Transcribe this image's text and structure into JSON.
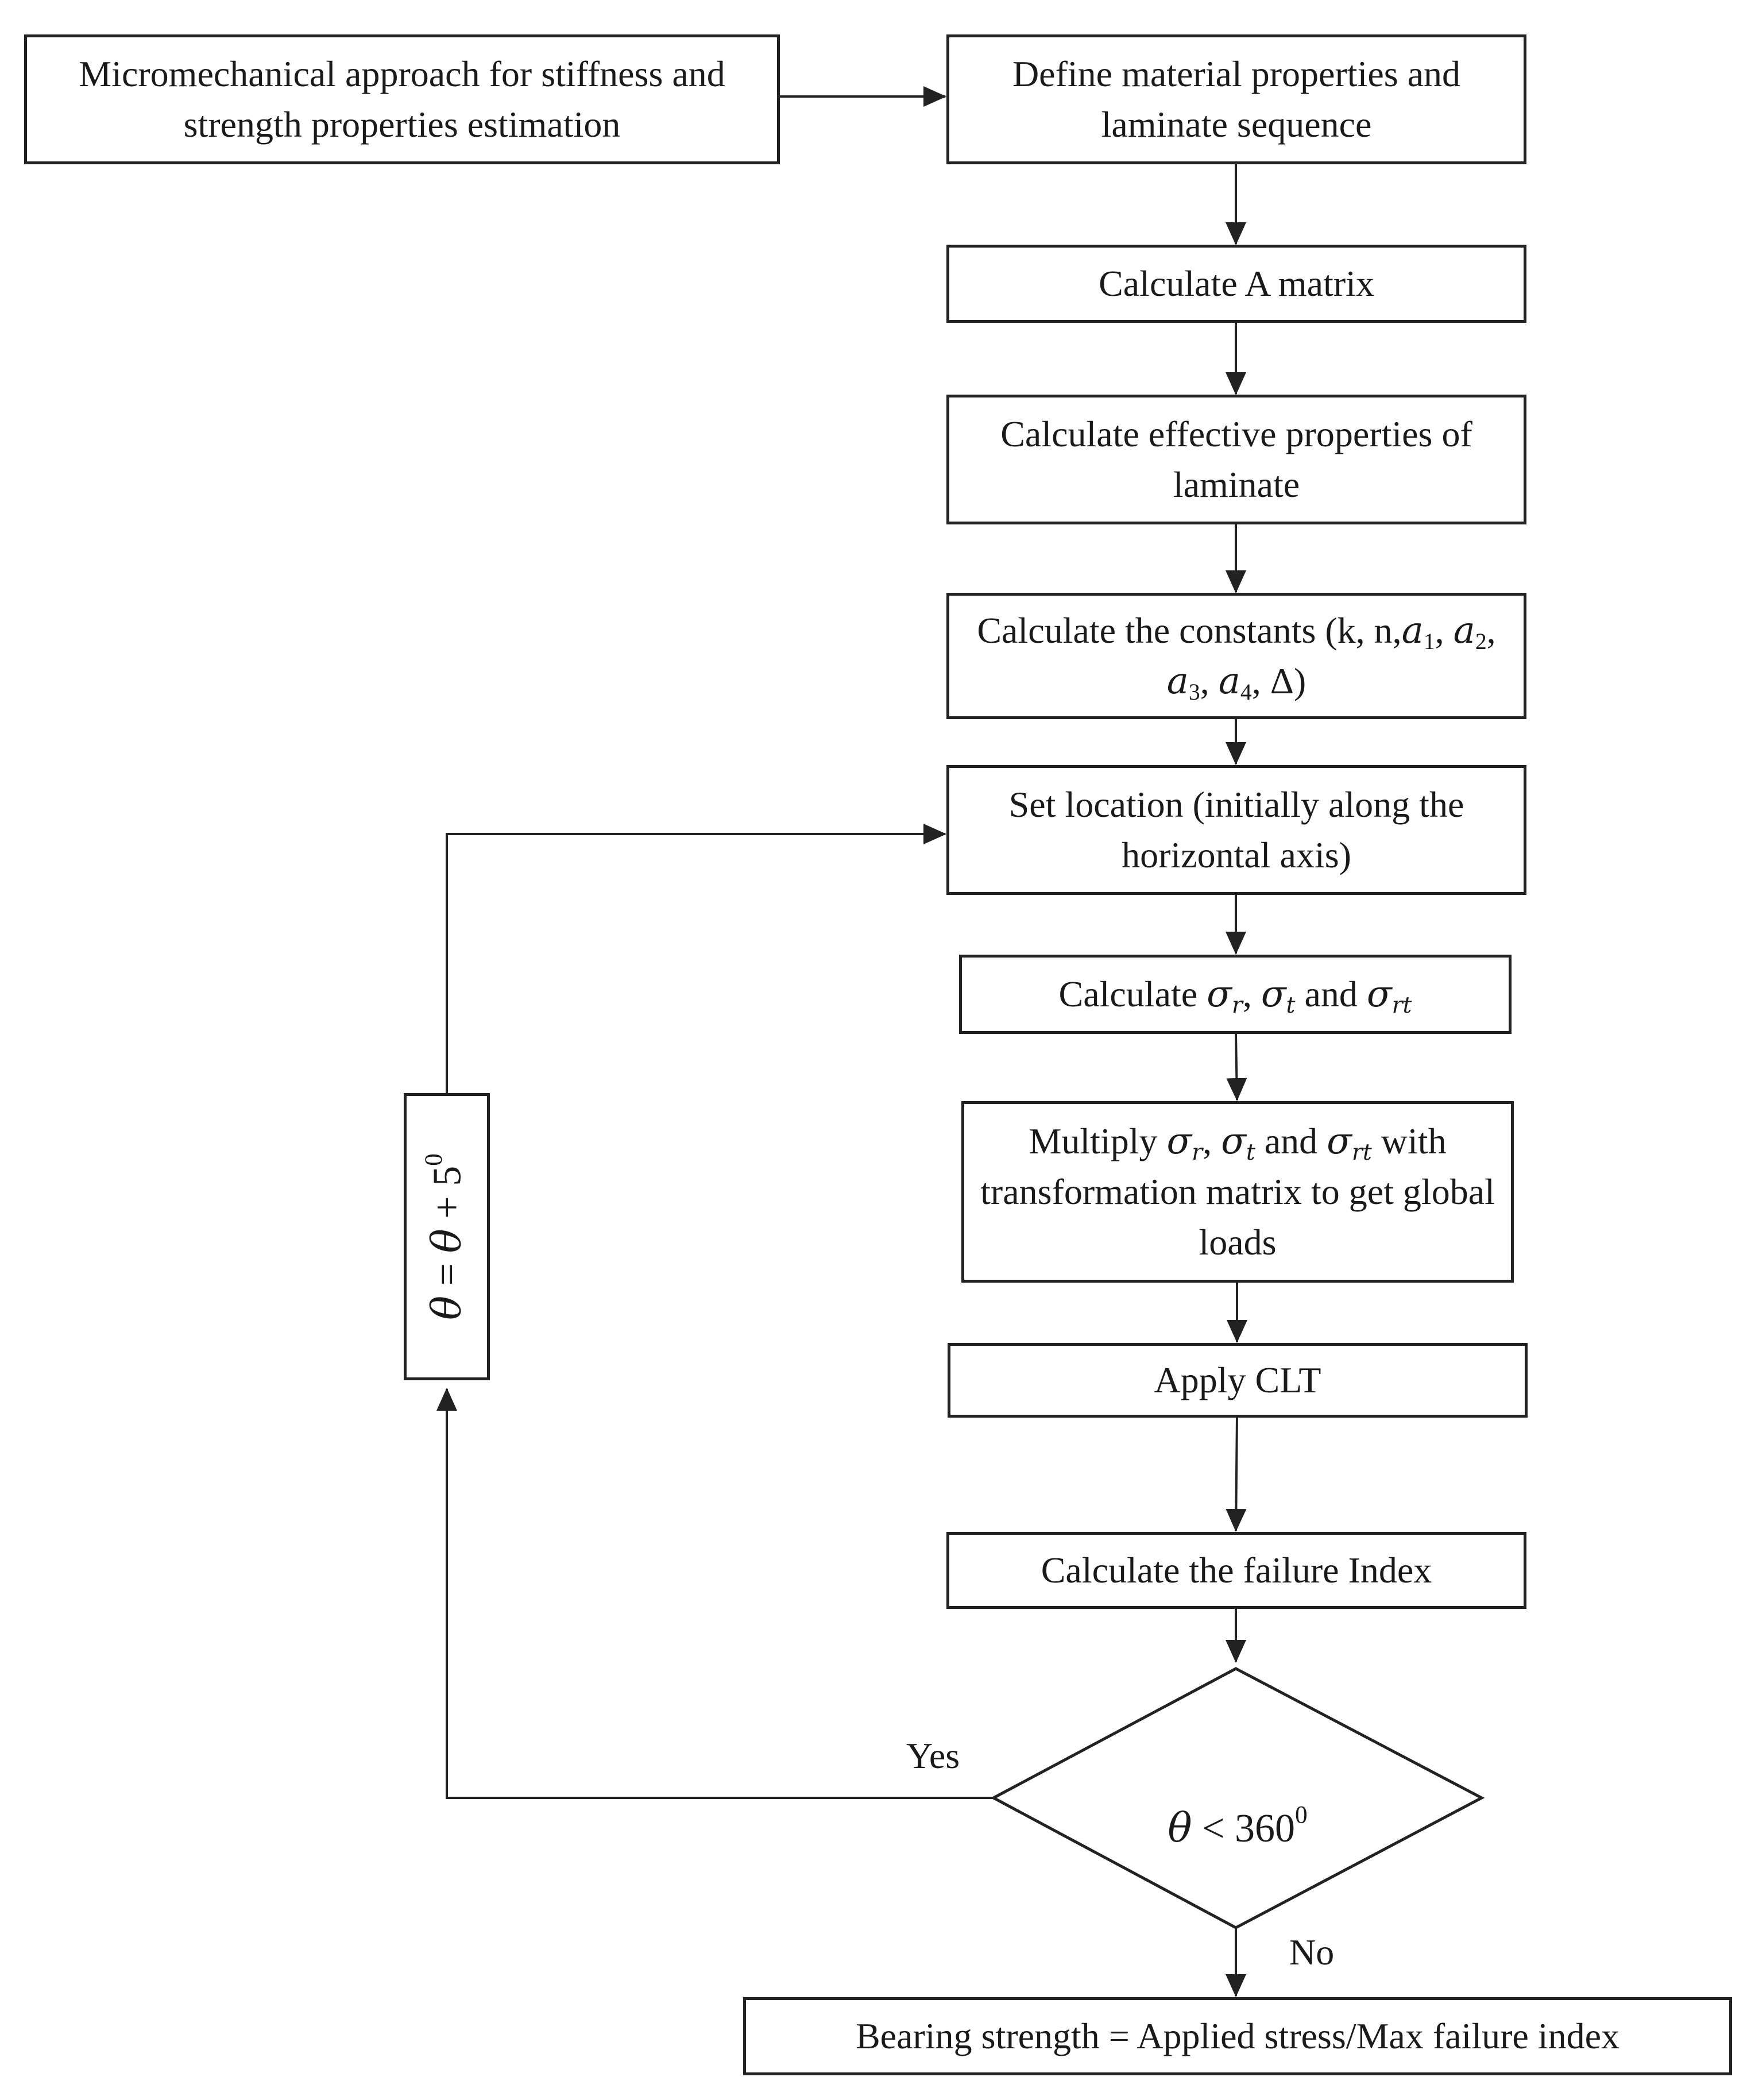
{
  "nodes": {
    "micro": {
      "line1": "Micromechanical approach for stiffness",
      "line2": "and strength properties estimation"
    },
    "define": {
      "line1": "Define material properties and",
      "line2": "laminate sequence"
    },
    "a_matrix": {
      "line1": "Calculate A matrix"
    },
    "effective": {
      "line1": "Calculate effective properties",
      "line2": "of laminate"
    },
    "constants": {
      "line1": "Calculate the constants (k,",
      "line2_prefix": "n,",
      "a": "a",
      "sub1": "1",
      "sub2": "2",
      "sub3": "3",
      "sub4": "4",
      "delta": "Δ",
      "sep": ", ",
      "close": ")"
    },
    "location": {
      "line1": "Set location (initially along",
      "line2": "the horizontal axis)"
    },
    "stresses": {
      "prefix": "Calculate ",
      "sigma": "σ",
      "sub_r": "r",
      "sub_t": "t",
      "sub_rt": "rt",
      "sep": ", ",
      "and": " and "
    },
    "transform": {
      "prefix": "Multiply ",
      "suffix": " with",
      "line2": "transformation matrix to get",
      "line3": "global loads"
    },
    "clt": {
      "line1": "Apply CLT"
    },
    "failure": {
      "line1": "Calculate the failure Index"
    },
    "increment": {
      "theta": "θ",
      "eq": " = ",
      "plus": " + ",
      "step": "5",
      "deg": "0"
    },
    "decision": {
      "theta": "θ",
      "lt": " < ",
      "limit": "360",
      "deg": "0",
      "yes_label": "Yes",
      "no_label": "No"
    },
    "result": {
      "line1": "Bearing strength = Applied stress/Max failure index"
    }
  }
}
